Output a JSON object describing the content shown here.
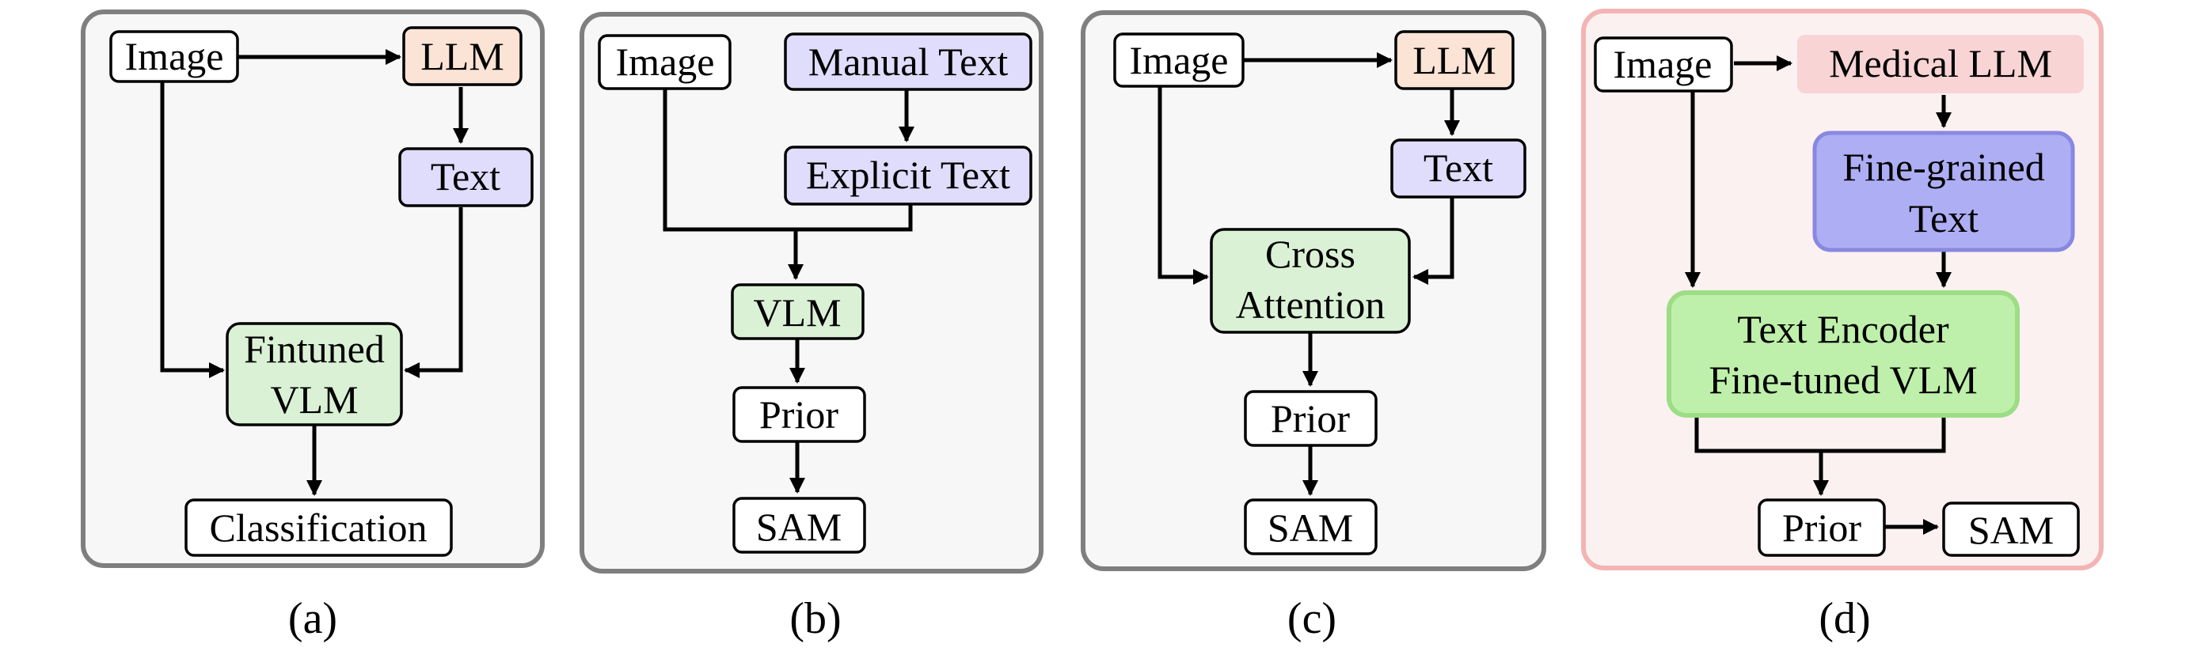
{
  "colors": {
    "panel_border": "#7f7f7f",
    "panel_fill": "#f7f7f7",
    "panel_d_border": "#f4b4b4",
    "panel_d_fill": "#fcf1f1",
    "white": "#ffffff",
    "llm": "#fbe4d6",
    "text": "#e0dcfb",
    "vlm": "#dbf1d6",
    "medical_llm": "#f8d4d4",
    "fine_grained_text": "#aeaef5",
    "fine_grained_border": "#8888e0",
    "text_encoder": "#bff0ab",
    "text_encoder_border": "#9ddd85"
  },
  "panels": {
    "a": {
      "caption": "(a)",
      "image": "Image",
      "llm": "LLM",
      "text": "Text",
      "vlm_line1": "Fintuned",
      "vlm_line2": "VLM",
      "classification": "Classification"
    },
    "b": {
      "caption": "(b)",
      "image": "Image",
      "manual_text": "Manual Text",
      "explicit_text": "Explicit Text",
      "vlm": "VLM",
      "prior": "Prior",
      "sam": "SAM"
    },
    "c": {
      "caption": "(c)",
      "image": "Image",
      "llm": "LLM",
      "text": "Text",
      "cross_line1": "Cross",
      "cross_line2": "Attention",
      "prior": "Prior",
      "sam": "SAM"
    },
    "d": {
      "caption": "(d)",
      "image": "Image",
      "medical_llm": "Medical LLM",
      "fine_line1": "Fine-grained",
      "fine_line2": "Text",
      "enc_line1": "Text Encoder",
      "enc_line2": "Fine-tuned VLM",
      "prior": "Prior",
      "sam": "SAM"
    }
  }
}
